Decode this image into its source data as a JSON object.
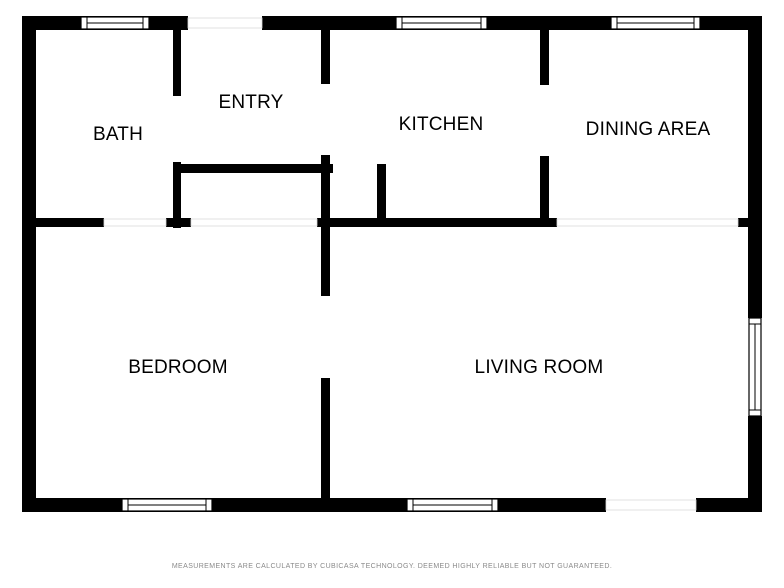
{
  "rooms": {
    "bath": "BATH",
    "entry": "ENTRY",
    "kitchen": "KITCHEN",
    "dining": "DINING AREA",
    "bedroom": "BEDROOM",
    "living": "LIVING ROOM"
  },
  "footer": {
    "note": "MEASUREMENTS ARE CALCULATED BY CUBICASA TECHNOLOGY. DEEMED HIGHLY RELIABLE BUT NOT GUARANTEED."
  },
  "colors": {
    "wall": "#000000",
    "background": "#ffffff",
    "footer_text": "#8a8a8a"
  }
}
